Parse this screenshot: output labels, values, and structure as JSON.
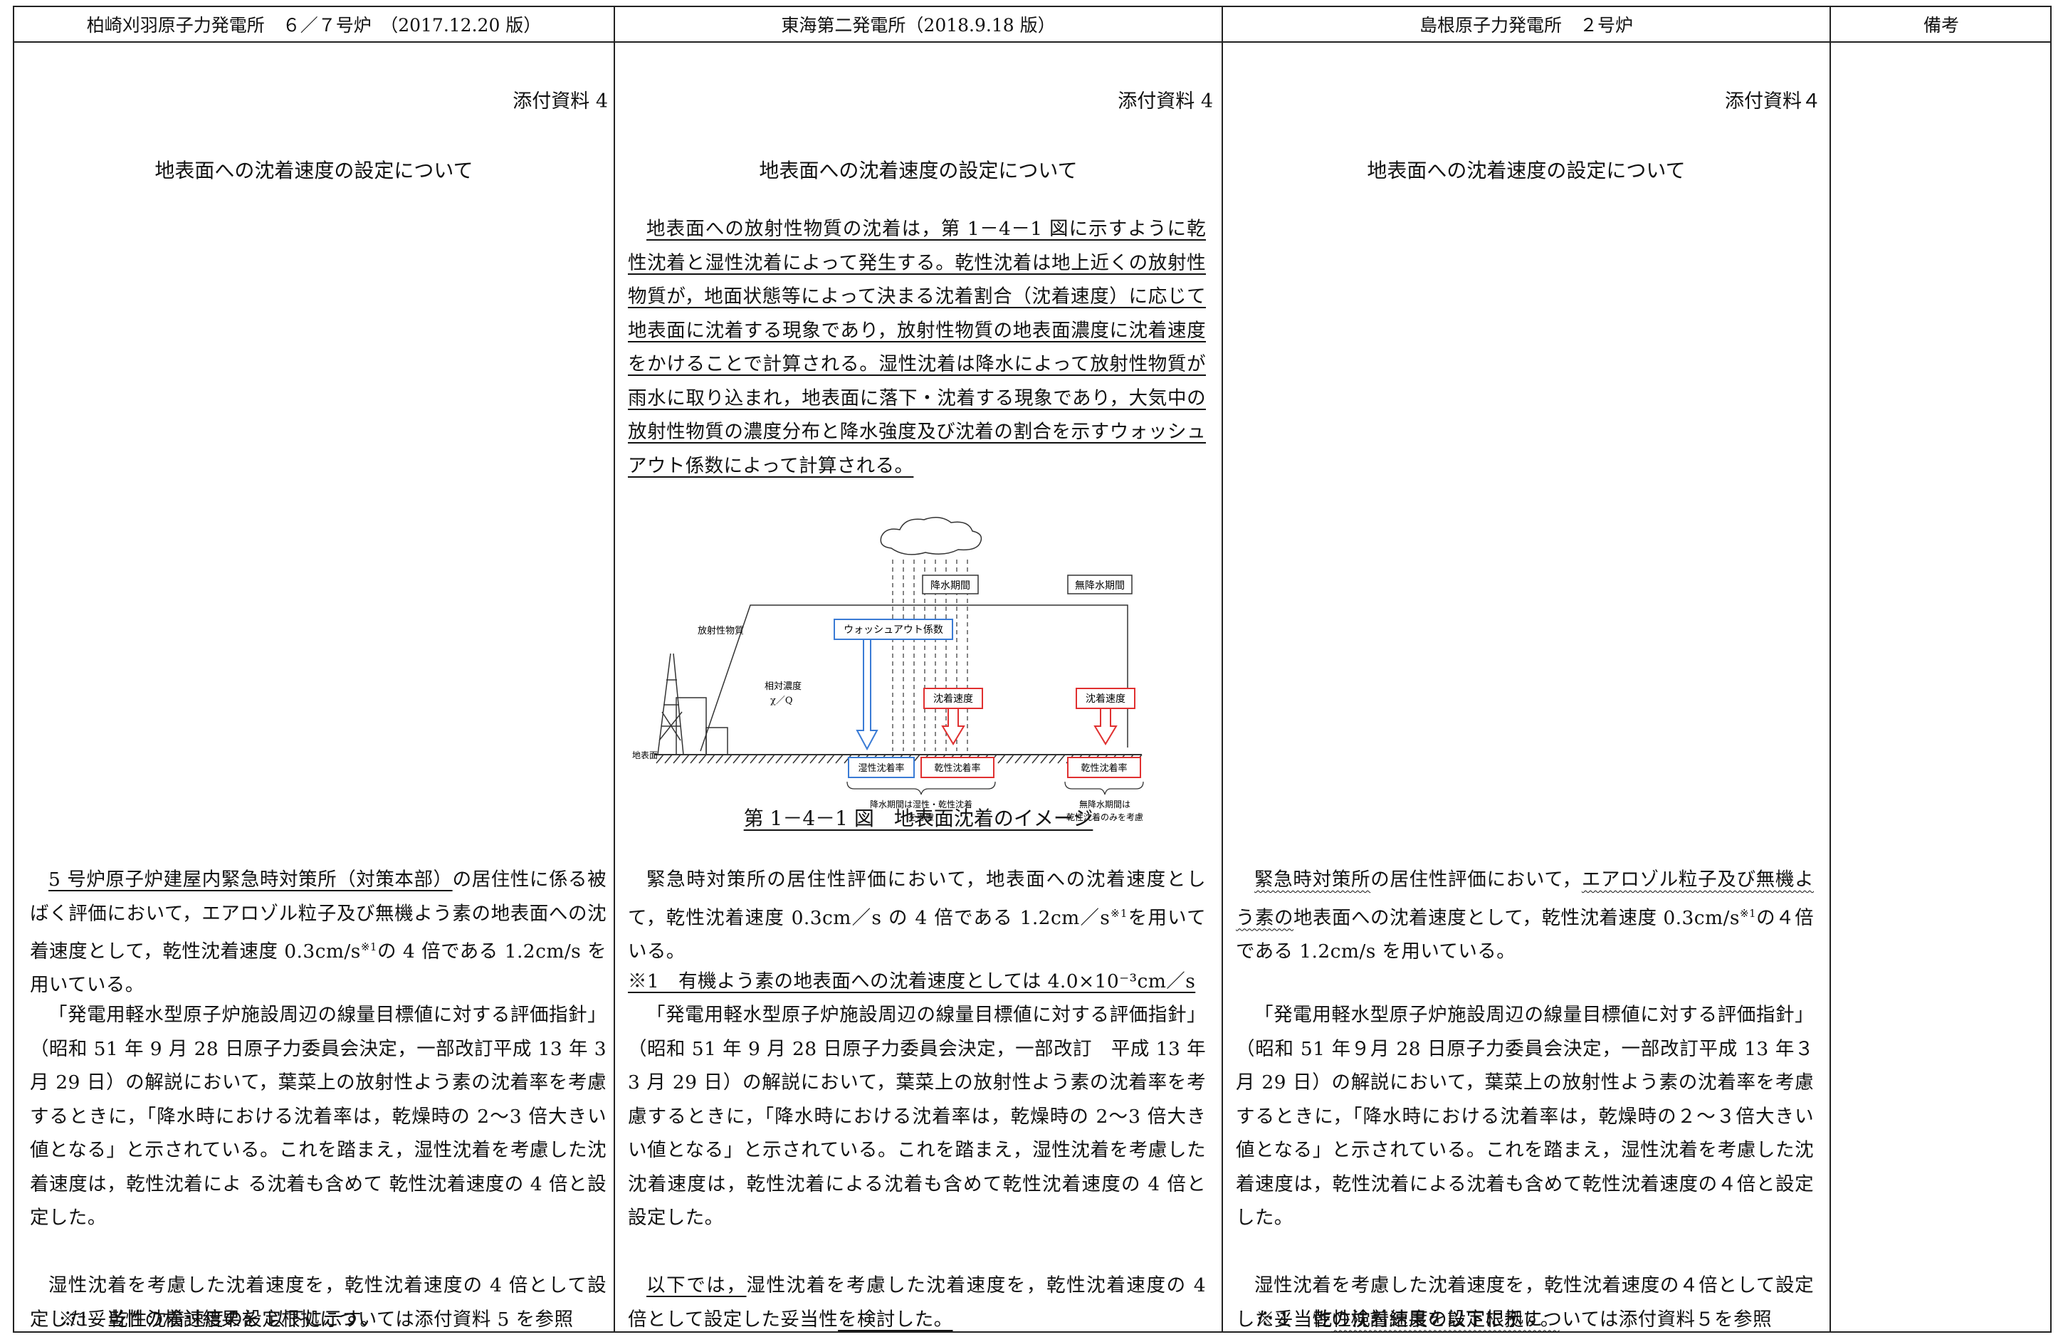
{
  "headers": {
    "col1": "柏崎刈羽原子力発電所　６／７号炉　（2017.12.20 版）",
    "col2": "東海第二発電所（2018.9.18 版）",
    "col3": "島根原子力発電所　２号炉",
    "col4": "備考"
  },
  "col1": {
    "attach": "添付資料 4",
    "title": "地表面への沈着速度の設定について",
    "p1a": "5 号炉原子炉建屋内緊急時対策所（対策本部）",
    "p1b": "の居住性に係る被ばく評価において，エアロゾル粒子及び無機よう素の地表面への沈着速度として，乾性沈着速度 0.3cm/s",
    "p1sup": "※1",
    "p1c": "の 4 倍である 1.2cm/s を用いている。",
    "p2": "「発電用軽水型原子炉施設周辺の線量目標値に対する評価指針」（昭和 51 年 9 月 28 日原子力委員会決定，一部改訂平成 13 年 3 月 29 日）の解説において，葉菜上の放射性よう素の沈着率を考慮するときに，「降水時における沈着率は，乾燥時の 2～3 倍大きい値となる」と示されている。これを踏まえ，湿性沈着を考慮した沈着速度は，乾性沈着によ る沈着も含めて 乾性沈着速度の 4 倍と設定した。",
    "p3": "湿性沈着を考慮した沈着速度を，乾性沈着速度の 4 倍として設定した妥当性の検討結果を 以下に示す。",
    "note": "※1　乾性沈着速度の設定根拠については添付資料 5 を参照"
  },
  "col2": {
    "attach": "添付資料 4",
    "title": "地表面への沈着速度の設定について",
    "intro": "地表面への放射性物質の沈着は，第 1－4－1 図に示すように乾性沈着と湿性沈着によって発生する。乾性沈着は地上近くの放射性物質が，地面状態等によって決まる沈着割合（沈着速度）に応じて地表面に沈着する現象であり，放射性物質の地表面濃度に沈着速度をかけることで計算される。湿性沈着は降水によって放射性物質が雨水に取り込まれ，地表面に落下・沈着する現象であり，大気中の放射性物質の濃度分布と降水強度及び沈着の割合を示すウォッシュアウト係数によって計算される。",
    "figure": {
      "rain_period": "降水期間",
      "no_rain_period": "無降水期間",
      "washout": "ウォッシュアウト係数",
      "source": "放射性物質",
      "rel_conc": "相対濃度",
      "chi_q": "χ／Q",
      "dep_speed_1": "沈着速度",
      "dep_speed_2": "沈着速度",
      "ground": "地表面",
      "wet_rate": "湿性沈着率",
      "dry_rate_1": "乾性沈着率",
      "dry_rate_2": "乾性沈着率",
      "brace1_l1": "降水期間は湿性・乾性沈着",
      "brace1_l2": "を考慮",
      "brace2_l1": "無降水期間は",
      "brace2_l2": "乾性沈着のみを考慮"
    },
    "caption": "第 1－4－1 図　地表面沈着のイメージ",
    "p1a": "緊急時対策所の居住性評価において，地表面への沈着速度として，乾性沈着速度 0.3cm／s の 4 倍である 1.2cm／s",
    "p1sup": "※1",
    "p1b": "を用いている。",
    "note": "※1　有機よう素の地表面への沈着速度としては 4.0×10⁻³cm／s",
    "p2": "「発電用軽水型原子炉施設周辺の線量目標値に対する評価指針」（昭和 51 年 9 月 28 日原子力委員会決定，一部改訂　平成 13 年 3 月 29 日）の解説において，葉菜上の放射性よう素の沈着率を考慮するときに，「降水時における沈着率は，乾燥時の 2～3 倍大きい値となる」と示されている。これを踏まえ，湿性沈着を考慮した沈着速度は，乾性沈着による沈着も含めて乾性沈着速度の 4 倍と設定した。",
    "p3a": "以下では，",
    "p3b": "湿性沈着を考慮した沈着速度を，乾性沈着速度の 4 倍として設定した妥当性",
    "p3c": "を検討した。"
  },
  "col3": {
    "attach": "添付資料４",
    "title": "地表面への沈着速度の設定について",
    "p1a": "緊急時対策所",
    "p1b": "の居住性評価において，",
    "p1c": "エアロゾル粒子及び無機よう素の",
    "p1d": "地表面への沈着速度として，乾性沈着速度 0.3cm/s",
    "p1sup": "※1",
    "p1e": "の４倍である 1.2cm/s を用いている。",
    "p2": "「発電用軽水型原子炉施設周辺の線量目標値に対する評価指針」（昭和 51 年９月 28 日原子力委員会決定，一部改訂平成 13 年３月 29 日）の解説において，葉菜上の放射性よう素の沈着率を考慮するときに，「降水時における沈着率は，乾燥時の２～３倍大きい値となる」と示されている。これを踏まえ，湿性沈着を考慮した沈着速度は，乾性沈着による沈着も含めて乾性沈着速度の４倍と設定した。",
    "p3a": "湿性沈着を考慮した沈着速度を，乾性沈着速度の４倍として設定した妥当性",
    "p3b": "の検討結果を以下に示す。",
    "note": "※１　乾性沈着速度の設定根拠については添付資料５を参照"
  }
}
